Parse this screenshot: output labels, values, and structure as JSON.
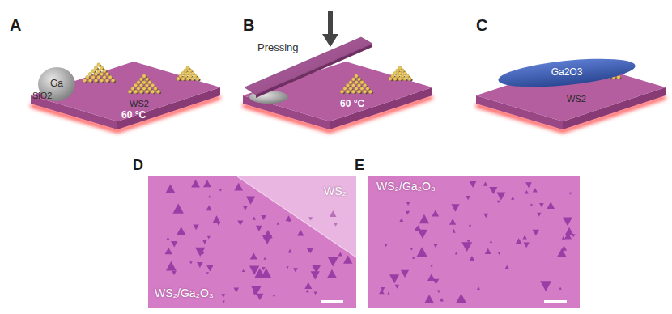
{
  "diagram": {
    "nodes": [
      {
        "text": [
          "Ga"
        ]
      },
      {
        "text": [
          "Ga2O3"
        ]
      },
      {
        "text": [
          "WS₂",
          "WS₂/Ga₂O₃"
        ]
      },
      {
        "text": [
          "WS₂/Ga₂O₃"
        ]
      }
    ],
    "labels": [
      "A",
      "B",
      "C",
      "D",
      "E",
      "SiO2",
      "WS2",
      "60 °C",
      "Pressing",
      "60 °C",
      "WS2"
    ]
  }
}
